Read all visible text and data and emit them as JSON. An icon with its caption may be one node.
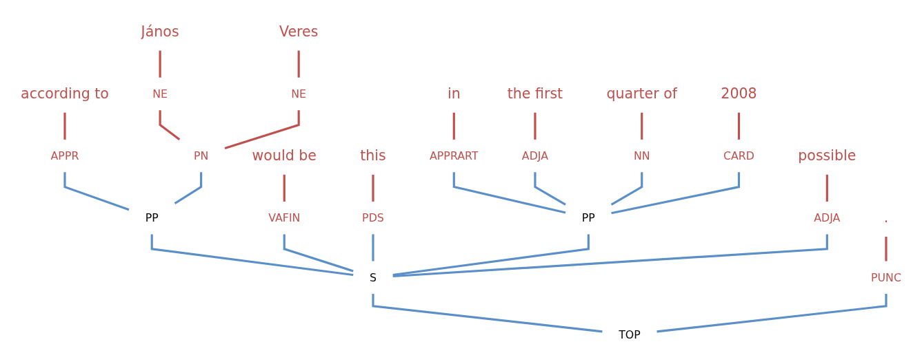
{
  "diagram": {
    "nodes": [
      {
        "text": [
          "according to"
        ]
      },
      {
        "text": [
          "János"
        ]
      },
      {
        "text": [
          "Veres"
        ]
      },
      {
        "text": [
          "would be"
        ]
      },
      {
        "text": [
          "this"
        ]
      },
      {
        "text": [
          "in"
        ]
      },
      {
        "text": [
          "the first"
        ]
      },
      {
        "text": [
          "quarter of"
        ]
      },
      {
        "text": [
          "2008"
        ]
      },
      {
        "text": [
          "possible"
        ]
      },
      {
        "text": [
          "."
        ]
      },
      {
        "text": [
          "APPR"
        ]
      },
      {
        "text": [
          "NE"
        ]
      },
      {
        "text": [
          "NE"
        ]
      },
      {
        "text": [
          "VAFIN"
        ]
      },
      {
        "text": [
          "PDS"
        ]
      },
      {
        "text": [
          "APPRART"
        ]
      },
      {
        "text": [
          "ADJA"
        ]
      },
      {
        "text": [
          "NN"
        ]
      },
      {
        "text": [
          "CARD"
        ]
      },
      {
        "text": [
          "ADJA"
        ]
      },
      {
        "text": [
          "PUNC"
        ]
      },
      {
        "text": [
          "PN"
        ]
      },
      {
        "text": [
          "PP"
        ]
      },
      {
        "text": [
          "PP"
        ]
      },
      {
        "text": [
          "S"
        ]
      },
      {
        "text": [
          "TOP"
        ]
      }
    ],
    "edges": [
      {
        "from": 0,
        "to": 11,
        "arrow": "none",
        "color": "#c0504d"
      },
      {
        "from": 1,
        "to": 12,
        "arrow": "none",
        "color": "#c0504d"
      },
      {
        "from": 2,
        "to": 13,
        "arrow": "none",
        "color": "#c0504d"
      },
      {
        "from": 3,
        "to": 14,
        "arrow": "none",
        "color": "#c0504d"
      },
      {
        "from": 4,
        "to": 15,
        "arrow": "none",
        "color": "#c0504d"
      },
      {
        "from": 5,
        "to": 16,
        "arrow": "none",
        "color": "#c0504d"
      },
      {
        "from": 6,
        "to": 17,
        "arrow": "none",
        "color": "#c0504d"
      },
      {
        "from": 7,
        "to": 18,
        "arrow": "none",
        "color": "#c0504d"
      },
      {
        "from": 8,
        "to": 19,
        "arrow": "none",
        "color": "#c0504d"
      },
      {
        "from": 9,
        "to": 20,
        "arrow": "none",
        "color": "#c0504d"
      },
      {
        "from": 10,
        "to": 21,
        "arrow": "none",
        "color": "#c0504d"
      },
      {
        "from": 12,
        "to": 22,
        "arrow": "none",
        "color": "#c0504d"
      },
      {
        "from": 13,
        "to": 22,
        "arrow": "none",
        "color": "#c0504d"
      },
      {
        "from": 11,
        "to": 23,
        "arrow": "none",
        "color": "#5b8fc7"
      },
      {
        "from": 22,
        "to": 23,
        "arrow": "none",
        "color": "#5b8fc7"
      },
      {
        "from": 23,
        "to": 25,
        "arrow": "none",
        "color": "#5b8fc7"
      },
      {
        "from": 14,
        "to": 25,
        "arrow": "none",
        "color": "#5b8fc7"
      },
      {
        "from": 15,
        "to": 25,
        "arrow": "none",
        "color": "#5b8fc7"
      },
      {
        "from": 16,
        "to": 24,
        "arrow": "none",
        "color": "#5b8fc7"
      },
      {
        "from": 17,
        "to": 24,
        "arrow": "none",
        "color": "#5b8fc7"
      },
      {
        "from": 18,
        "to": 24,
        "arrow": "none",
        "color": "#5b8fc7"
      },
      {
        "from": 19,
        "to": 24,
        "arrow": "none",
        "color": "#5b8fc7"
      },
      {
        "from": 24,
        "to": 25,
        "arrow": "none",
        "color": "#5b8fc7"
      },
      {
        "from": 20,
        "to": 25,
        "arrow": "none",
        "color": "#5b8fc7"
      },
      {
        "from": 25,
        "to": 26,
        "arrow": "none",
        "color": "#5b8fc7"
      },
      {
        "from": 21,
        "to": 26,
        "arrow": "none",
        "color": "#5b8fc7"
      }
    ]
  }
}
